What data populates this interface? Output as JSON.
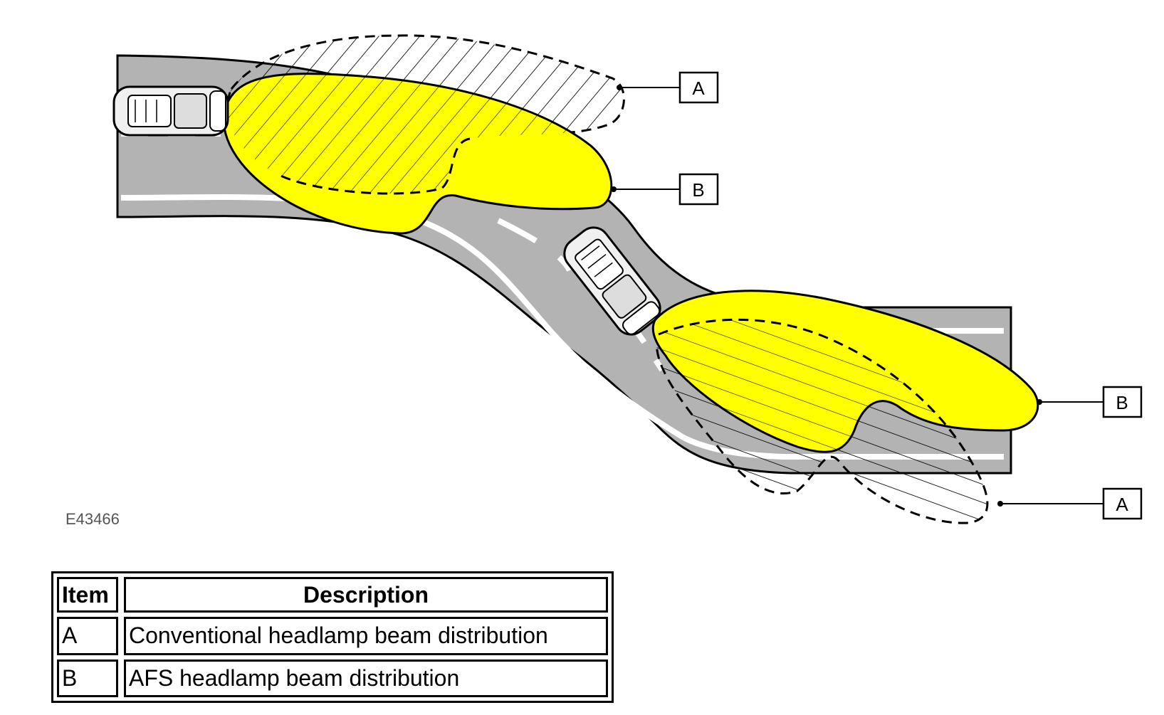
{
  "figure": {
    "id": "E43466",
    "callouts": [
      {
        "key": "A-top",
        "label": "A"
      },
      {
        "key": "B-top",
        "label": "B"
      },
      {
        "key": "B-bottom",
        "label": "B"
      },
      {
        "key": "A-bottom",
        "label": "A"
      }
    ],
    "colors": {
      "road": "#b3b3b3",
      "road_marking": "#ffffff",
      "afs_beam": "#ffff00",
      "outline": "#000000"
    }
  },
  "legend": {
    "headers": {
      "item": "Item",
      "description": "Description"
    },
    "rows": [
      {
        "item": "A",
        "description": "Conventional headlamp beam distribution"
      },
      {
        "item": "B",
        "description": "AFS headlamp beam distribution"
      }
    ]
  }
}
